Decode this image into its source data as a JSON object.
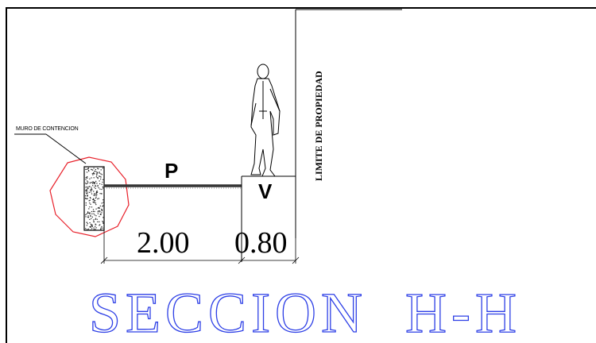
{
  "labels": {
    "wall": "MURO DE CONTENCION",
    "sidewalk": "P",
    "zone": "V",
    "property_limit": "LIMITE DE PROPIEDAD",
    "section_title": "SECCION  H-H"
  },
  "dimensions": {
    "sidewalk_width": "2.00",
    "zone_width": "0.80"
  },
  "colors": {
    "title": "#2d3fe6",
    "callout": "#e8202a",
    "lines": "#000000"
  },
  "icons": {
    "figure": "standing-person-icon"
  }
}
